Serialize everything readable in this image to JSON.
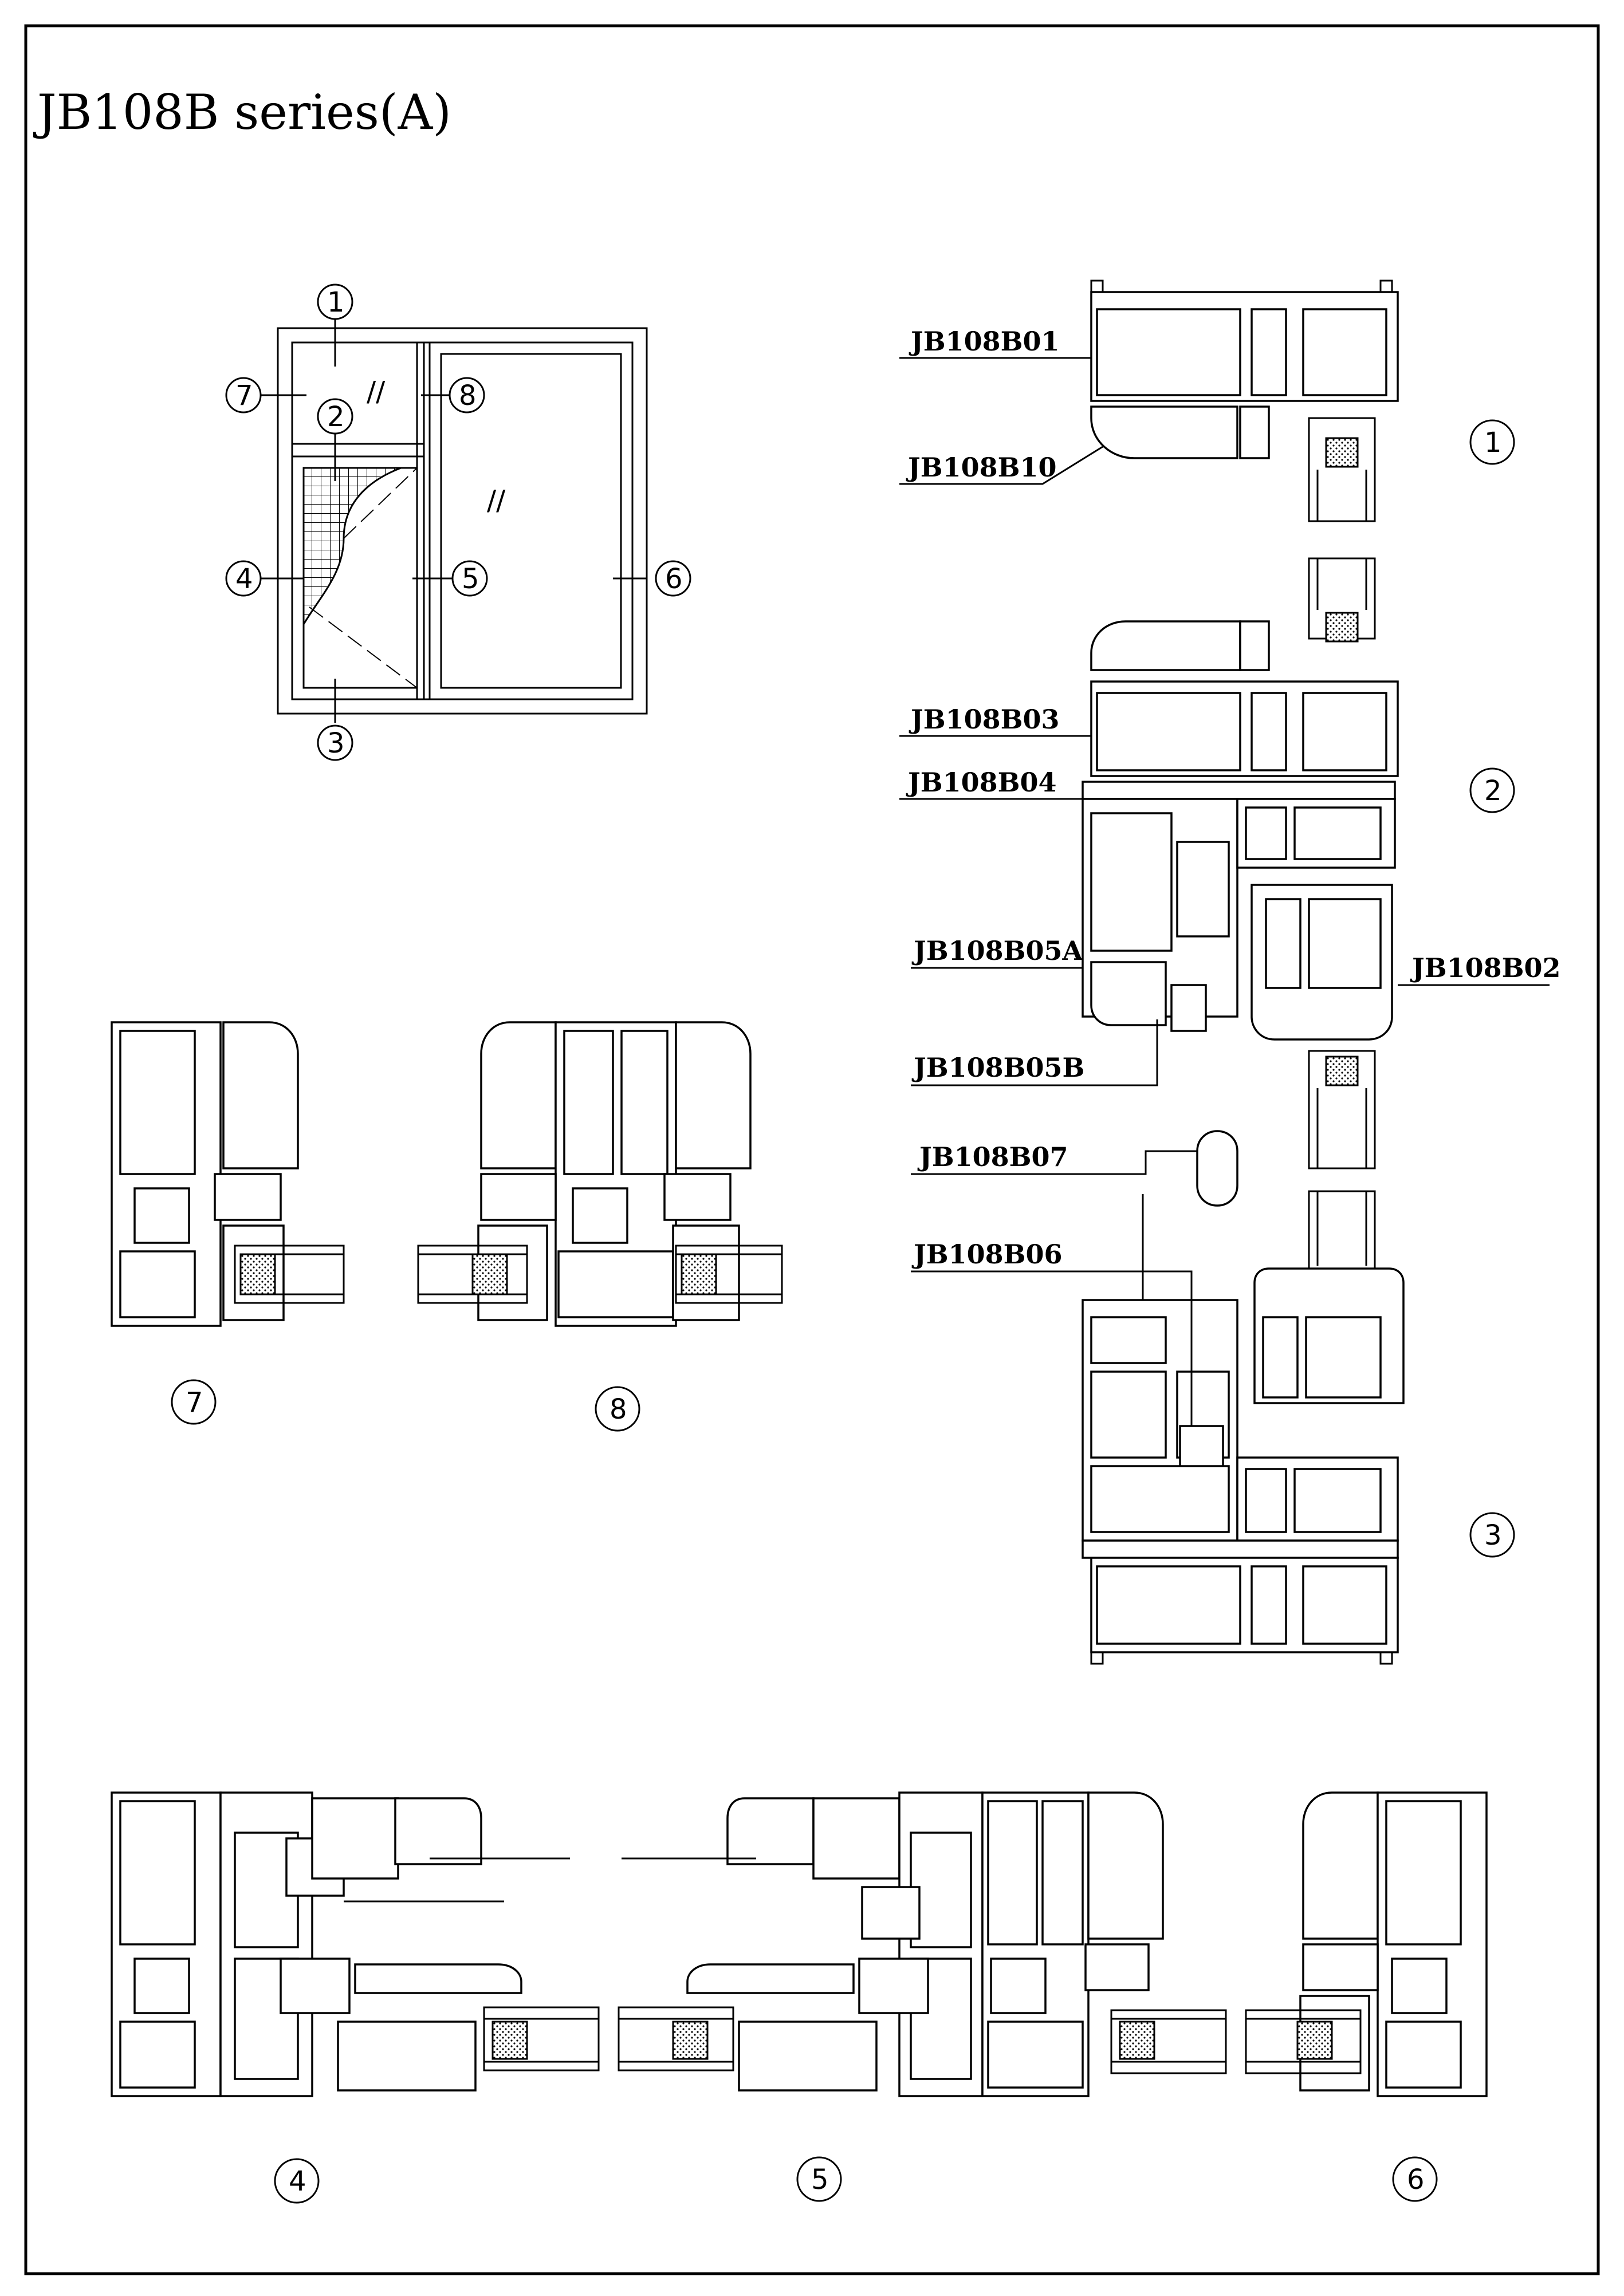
{
  "title": "JB108B series(A)",
  "part_labels": {
    "b01": "JB108B01",
    "b10": "JB108B10",
    "b03": "JB108B03",
    "b04": "JB108B04",
    "b05a": "JB108B05A",
    "b02": "JB108B02",
    "b05b": "JB108B05B",
    "b07": "JB108B07",
    "b06": "JB108B06"
  },
  "section_numbers": {
    "n1": "1",
    "n2": "2",
    "n3": "3",
    "n4": "4",
    "n5": "5",
    "n6": "6",
    "n7": "7",
    "n8": "8"
  },
  "glass_mark": "//"
}
